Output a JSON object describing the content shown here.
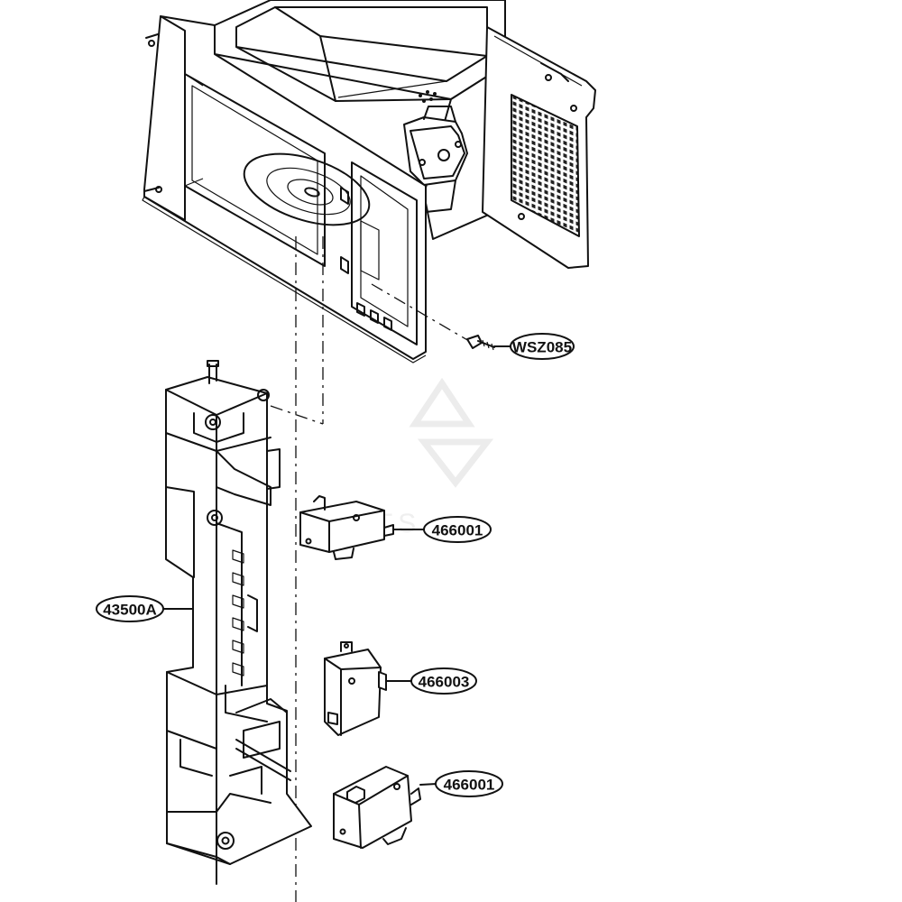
{
  "callouts": [
    {
      "id": "wsz085",
      "label": "WSZ085"
    },
    {
      "id": "466001-top",
      "label": "466001"
    },
    {
      "id": "43500a",
      "label": "43500A"
    },
    {
      "id": "466003",
      "label": "466003"
    },
    {
      "id": "466001-bottom",
      "label": "466001"
    }
  ],
  "colors": {
    "line": "#111111",
    "background": "#ffffff",
    "watermark": "#ececec"
  }
}
